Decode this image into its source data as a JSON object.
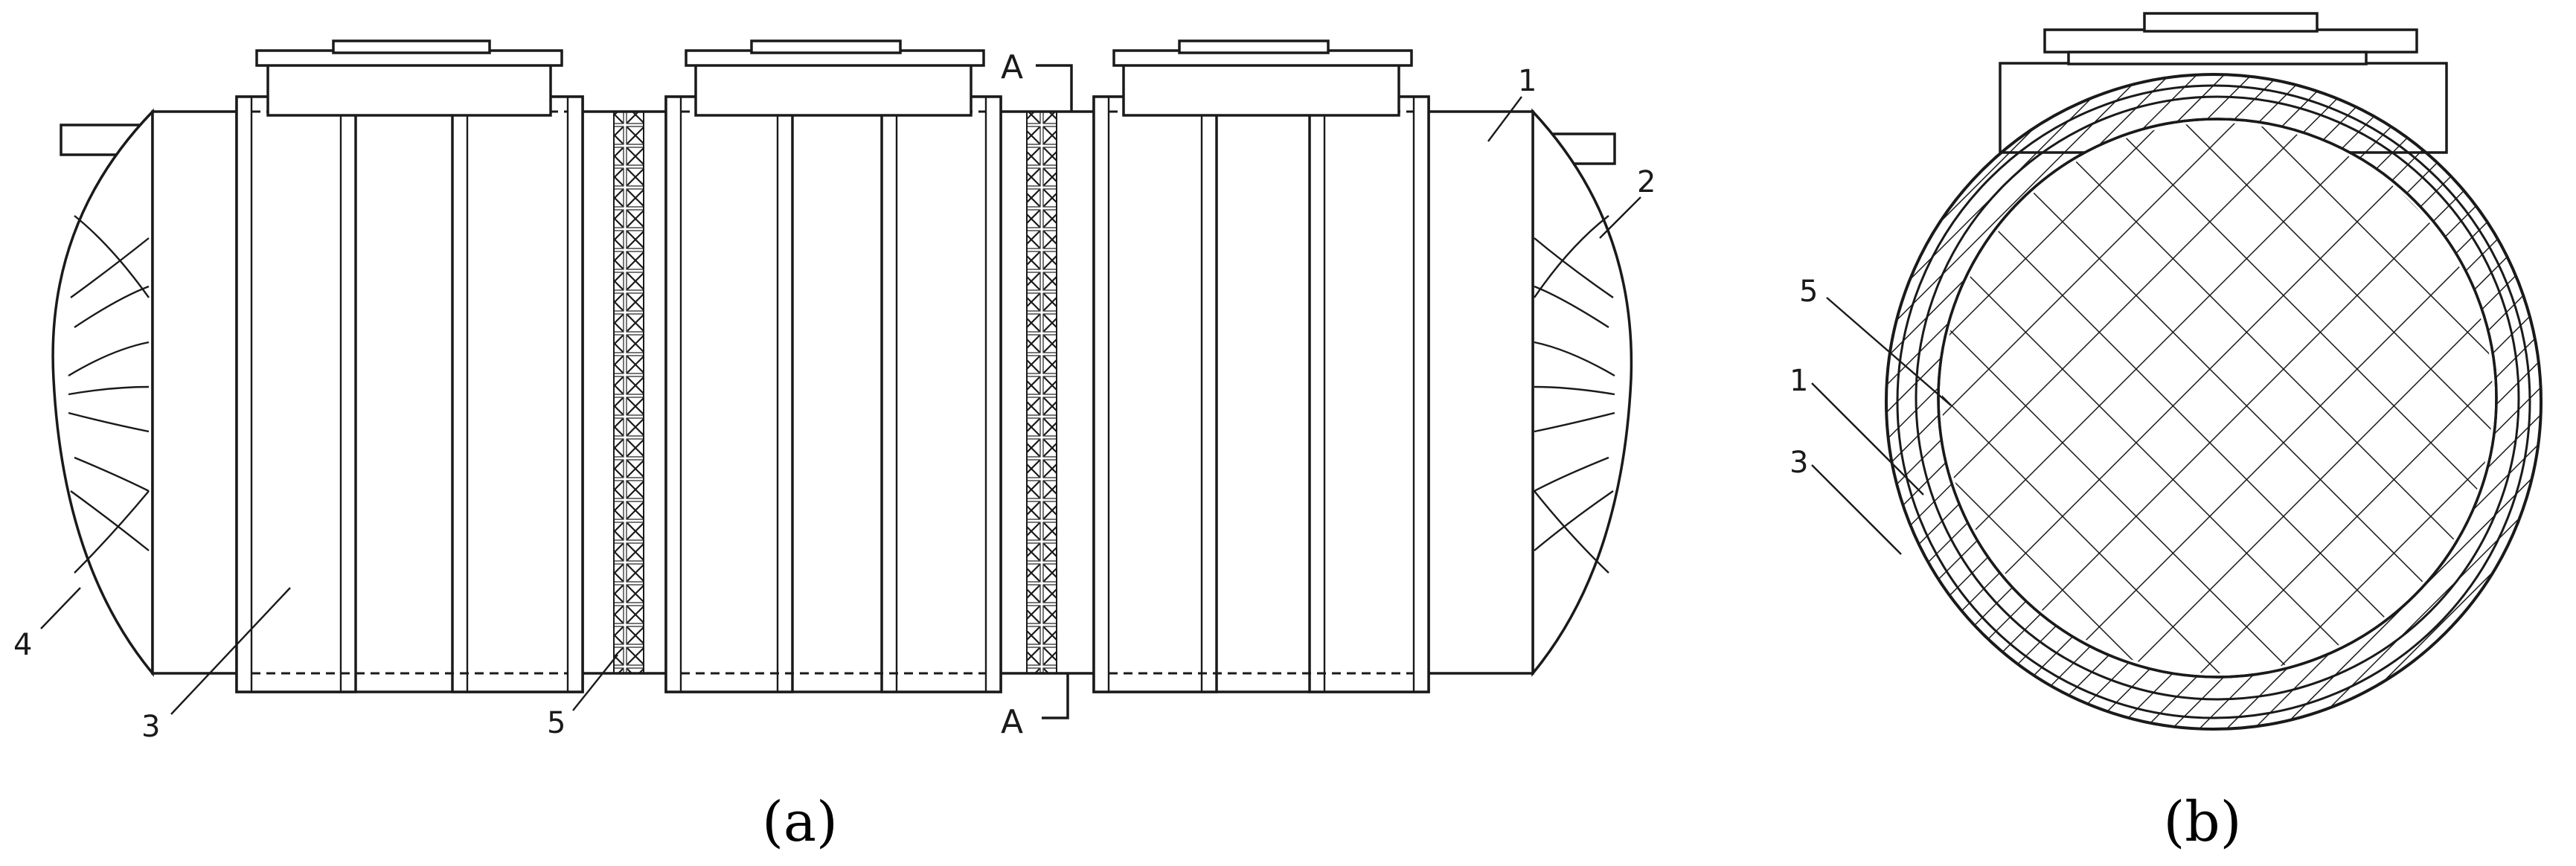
{
  "panel_a": {
    "callouts": [
      "1",
      "2",
      "3",
      "4",
      "5"
    ],
    "section_mark": "A",
    "caption": "(a)"
  },
  "panel_b": {
    "callouts": [
      "5",
      "1",
      "3"
    ],
    "caption": "(b)"
  }
}
